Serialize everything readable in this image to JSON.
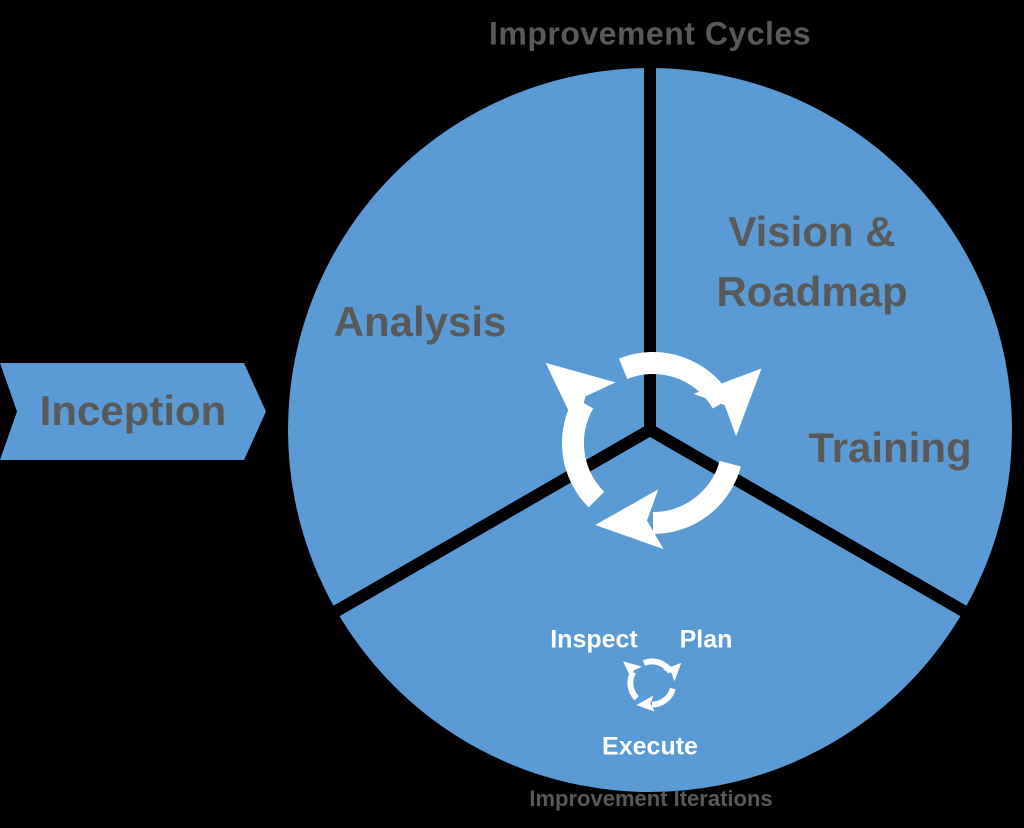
{
  "title": "Improvement Cycles",
  "caption": "Improvement Iterations",
  "inception": {
    "label": "Inception"
  },
  "sector_labels": {
    "analysis": "Analysis",
    "vision_roadmap_line1": "Vision &",
    "vision_roadmap_line2": "Roadmap",
    "training": "Training"
  },
  "iteration_cycle": {
    "inspect": "Inspect",
    "plan": "Plan",
    "execute": "Execute"
  },
  "icons": {
    "center": "cycle-arrows-icon",
    "inner": "cycle-arrows-icon-small"
  },
  "colors": {
    "circle_fill": "#5B9BD5",
    "arrow_fill": "#5B9BD5",
    "label_gray": "#595959",
    "divider": "#000000",
    "icon_white": "#FFFFFF",
    "background": "#000000"
  }
}
